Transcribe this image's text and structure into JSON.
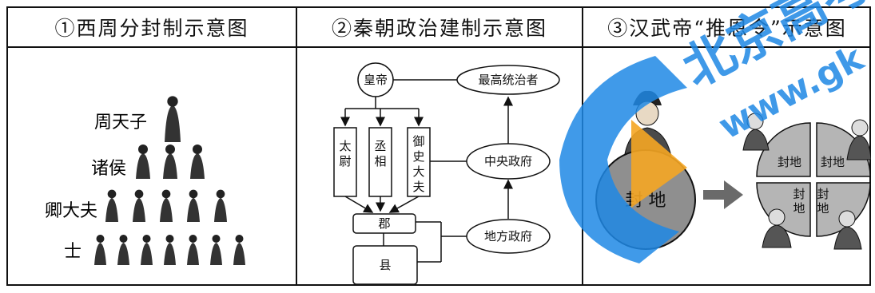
{
  "panels": [
    {
      "title": "①西周分封制示意图",
      "levels": [
        {
          "label": "周天子",
          "figures": 1
        },
        {
          "label": "诸侯",
          "figures": 3
        },
        {
          "label": "卿大夫",
          "figures": 5
        },
        {
          "label": "士",
          "figures": 7
        }
      ]
    },
    {
      "title": "②秦朝政治建制示意图",
      "nodes": {
        "emperor": "皇帝",
        "taiwei": "太尉",
        "chengxiang": "丞相",
        "yushi": "御史大夫",
        "jun": "郡",
        "xian": "县",
        "supreme": "最高统治者",
        "central": "中央政府",
        "local": "地方政府"
      }
    },
    {
      "title": "③汉武帝“推恩令”示意图",
      "left_label": "封 地",
      "quadrants": [
        "封地",
        "封地",
        "封地",
        "封地"
      ]
    }
  ],
  "watermark": {
    "text": "北京高考",
    "sub": "www.gk"
  },
  "colors": {
    "line": "#111111",
    "watermark": "#1e88e5",
    "circle": "#8a8a8a",
    "pie": "#b0b0b0"
  }
}
